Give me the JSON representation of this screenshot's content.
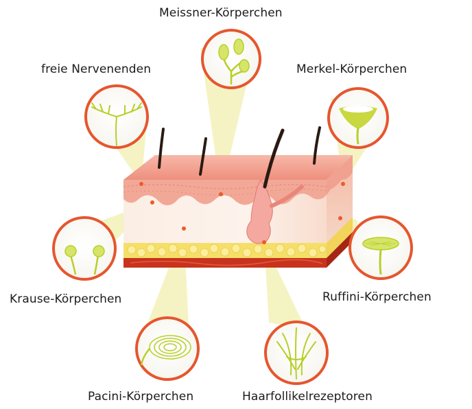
{
  "labels": {
    "meissner": "Meissner-Körperchen",
    "freie": "freie Nervenenden",
    "merkel": "Merkel-Körperchen",
    "krause": "Krause-Körperchen",
    "ruffini": "Ruffini-Körperchen",
    "pacini": "Pacini-Körperchen",
    "haarfollikel": "Haarfollikelrezeptoren"
  },
  "colors": {
    "circle_ring": "#e5562e",
    "beam": "#f3f1b8",
    "receptor": "#b7cf28",
    "epidermis": "#f3a99a",
    "dermis": "#fbe9dc",
    "fat": "#f5e06a",
    "muscle": "#c8331e",
    "hair": "#2a1a12",
    "marker": "#ec5a2b"
  }
}
